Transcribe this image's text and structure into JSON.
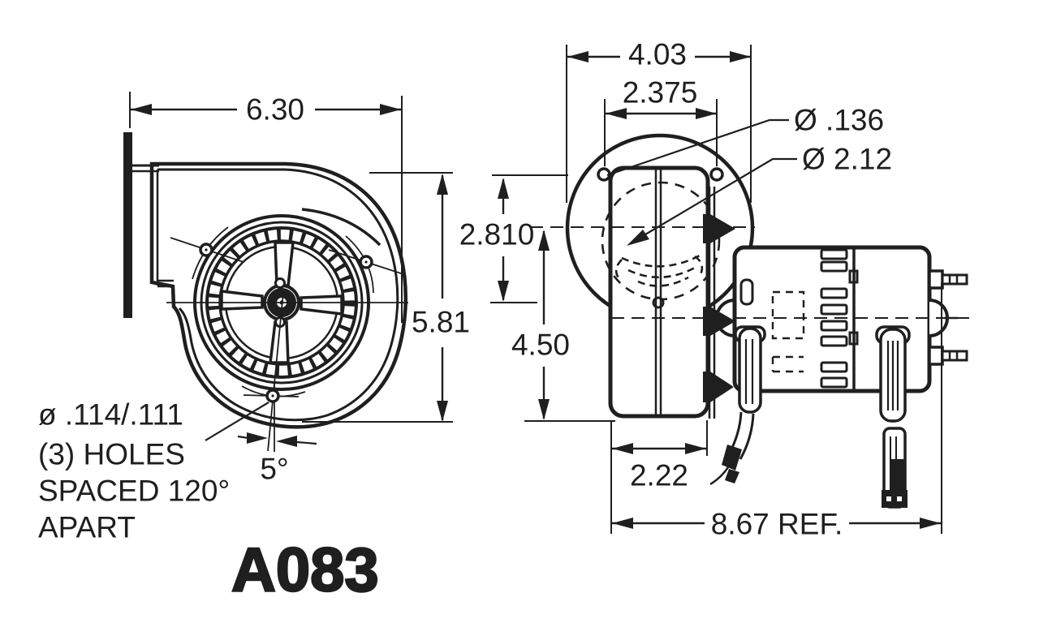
{
  "drawing": {
    "model": "A083",
    "front_view": {
      "width": "6.30",
      "height": "5.81",
      "mount_angle": "5°",
      "note_lines": [
        "ø .114/.111",
        "(3) HOLES",
        "SPACED 120°",
        "APART"
      ]
    },
    "side_view": {
      "flange_width": "4.03",
      "mount_hole_spacing": "2.375",
      "mount_hole_dia": "Ø .136",
      "inlet_dia": "Ø 2.12",
      "flange_top_to_axis": "2.810",
      "axis_to_base": "4.50",
      "housing_depth": "2.22",
      "overall_length": "8.67 REF."
    },
    "colors": {
      "line": "#1f1f1f",
      "background": "#ffffff"
    }
  }
}
